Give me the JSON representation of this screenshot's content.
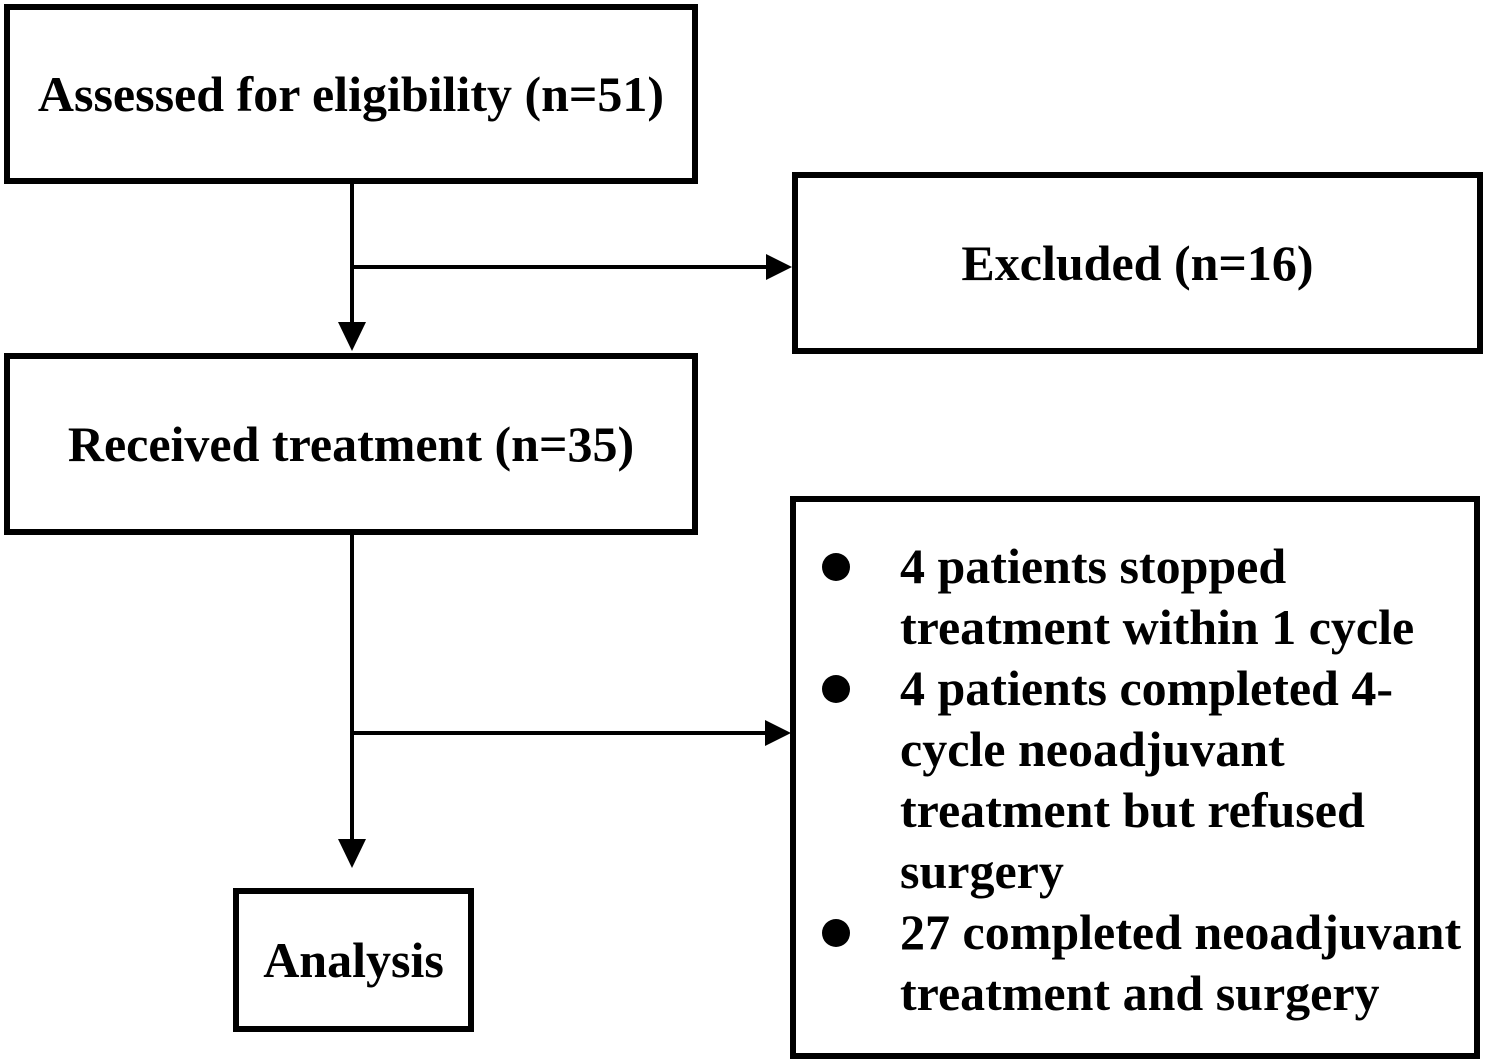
{
  "flow": {
    "assessed": {
      "label": "Assessed for eligibility (n=51)"
    },
    "excluded": {
      "label": "Excluded (n=16)"
    },
    "received": {
      "label": "Received treatment (n=35)"
    },
    "analysis": {
      "label": "Analysis"
    },
    "exclusion_details": {
      "bullet_icon": "filled-circle",
      "items": [
        "4 patients stopped treatment within 1 cycle",
        "4 patients completed 4-cycle neoadjuvant treatment but refused surgery",
        "27 completed neoadjuvant treatment and surgery"
      ]
    },
    "colors": {
      "stroke": "#000000",
      "fill": "#ffffff",
      "text": "#000000"
    }
  }
}
